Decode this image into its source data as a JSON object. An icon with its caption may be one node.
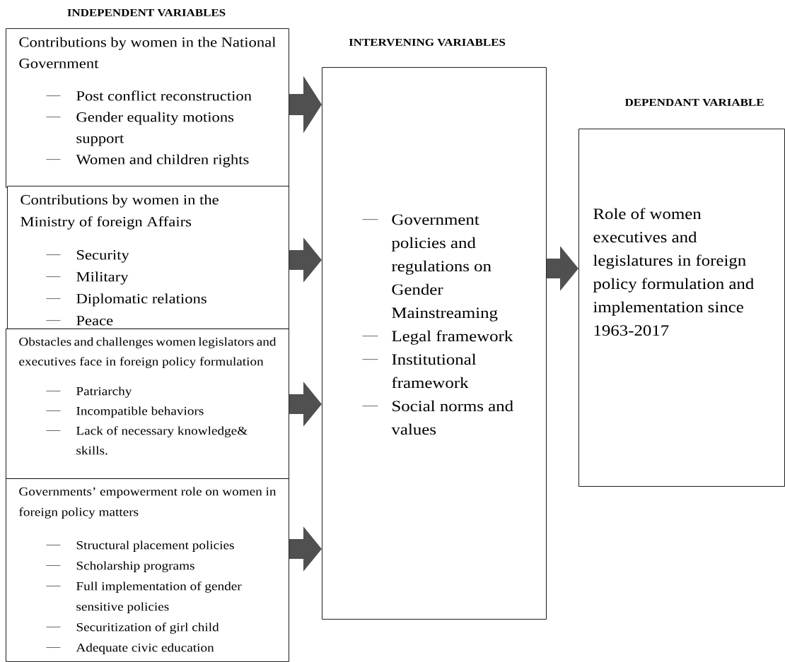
{
  "diagram": {
    "nodes": [
      {
        "text": [
          "Contributions by women in the National Government",
          "Post conflict reconstruction",
          "Gender equality  motions support",
          "Women and children rights"
        ]
      },
      {
        "text": [
          "Contributions by women in the Ministry of foreign Affairs",
          "Security",
          "Military",
          "Diplomatic relations",
          "Peace"
        ]
      },
      {
        "text": [
          "Obstacles and challenges women legislators and executives face in foreign policy formulation",
          "Patriarchy",
          "Incompatible behaviors",
          "Lack of necessary knowledge& skills."
        ]
      },
      {
        "text": [
          "Governments’ empowerment role on women in foreign policy matters",
          "Structural placement policies",
          "Scholarship programs",
          "Full implementation of gender sensitive policies",
          "Securitization of girl child",
          "Adequate civic education"
        ]
      },
      {
        "text": [
          "Government policies and regulations on Gender Mainstreaming",
          "Legal framework",
          "Institutional framework",
          "Social norms and values"
        ]
      },
      {
        "text": [
          "Role of women executives and legislatures in foreign policy formulation and implementation since 1963-2017"
        ]
      }
    ],
    "edges": [
      {
        "from": 0,
        "to": 4,
        "arrow": "to"
      },
      {
        "from": 1,
        "to": 4,
        "arrow": "to"
      },
      {
        "from": 2,
        "to": 4,
        "arrow": "to"
      },
      {
        "from": 3,
        "to": 4,
        "arrow": "to"
      },
      {
        "from": 4,
        "to": 5,
        "arrow": "to"
      }
    ],
    "labels": [
      "INDEPENDENT VARIABLES",
      "INTERVENING VARIABLES",
      "DEPENDANT VARIABLE"
    ]
  }
}
